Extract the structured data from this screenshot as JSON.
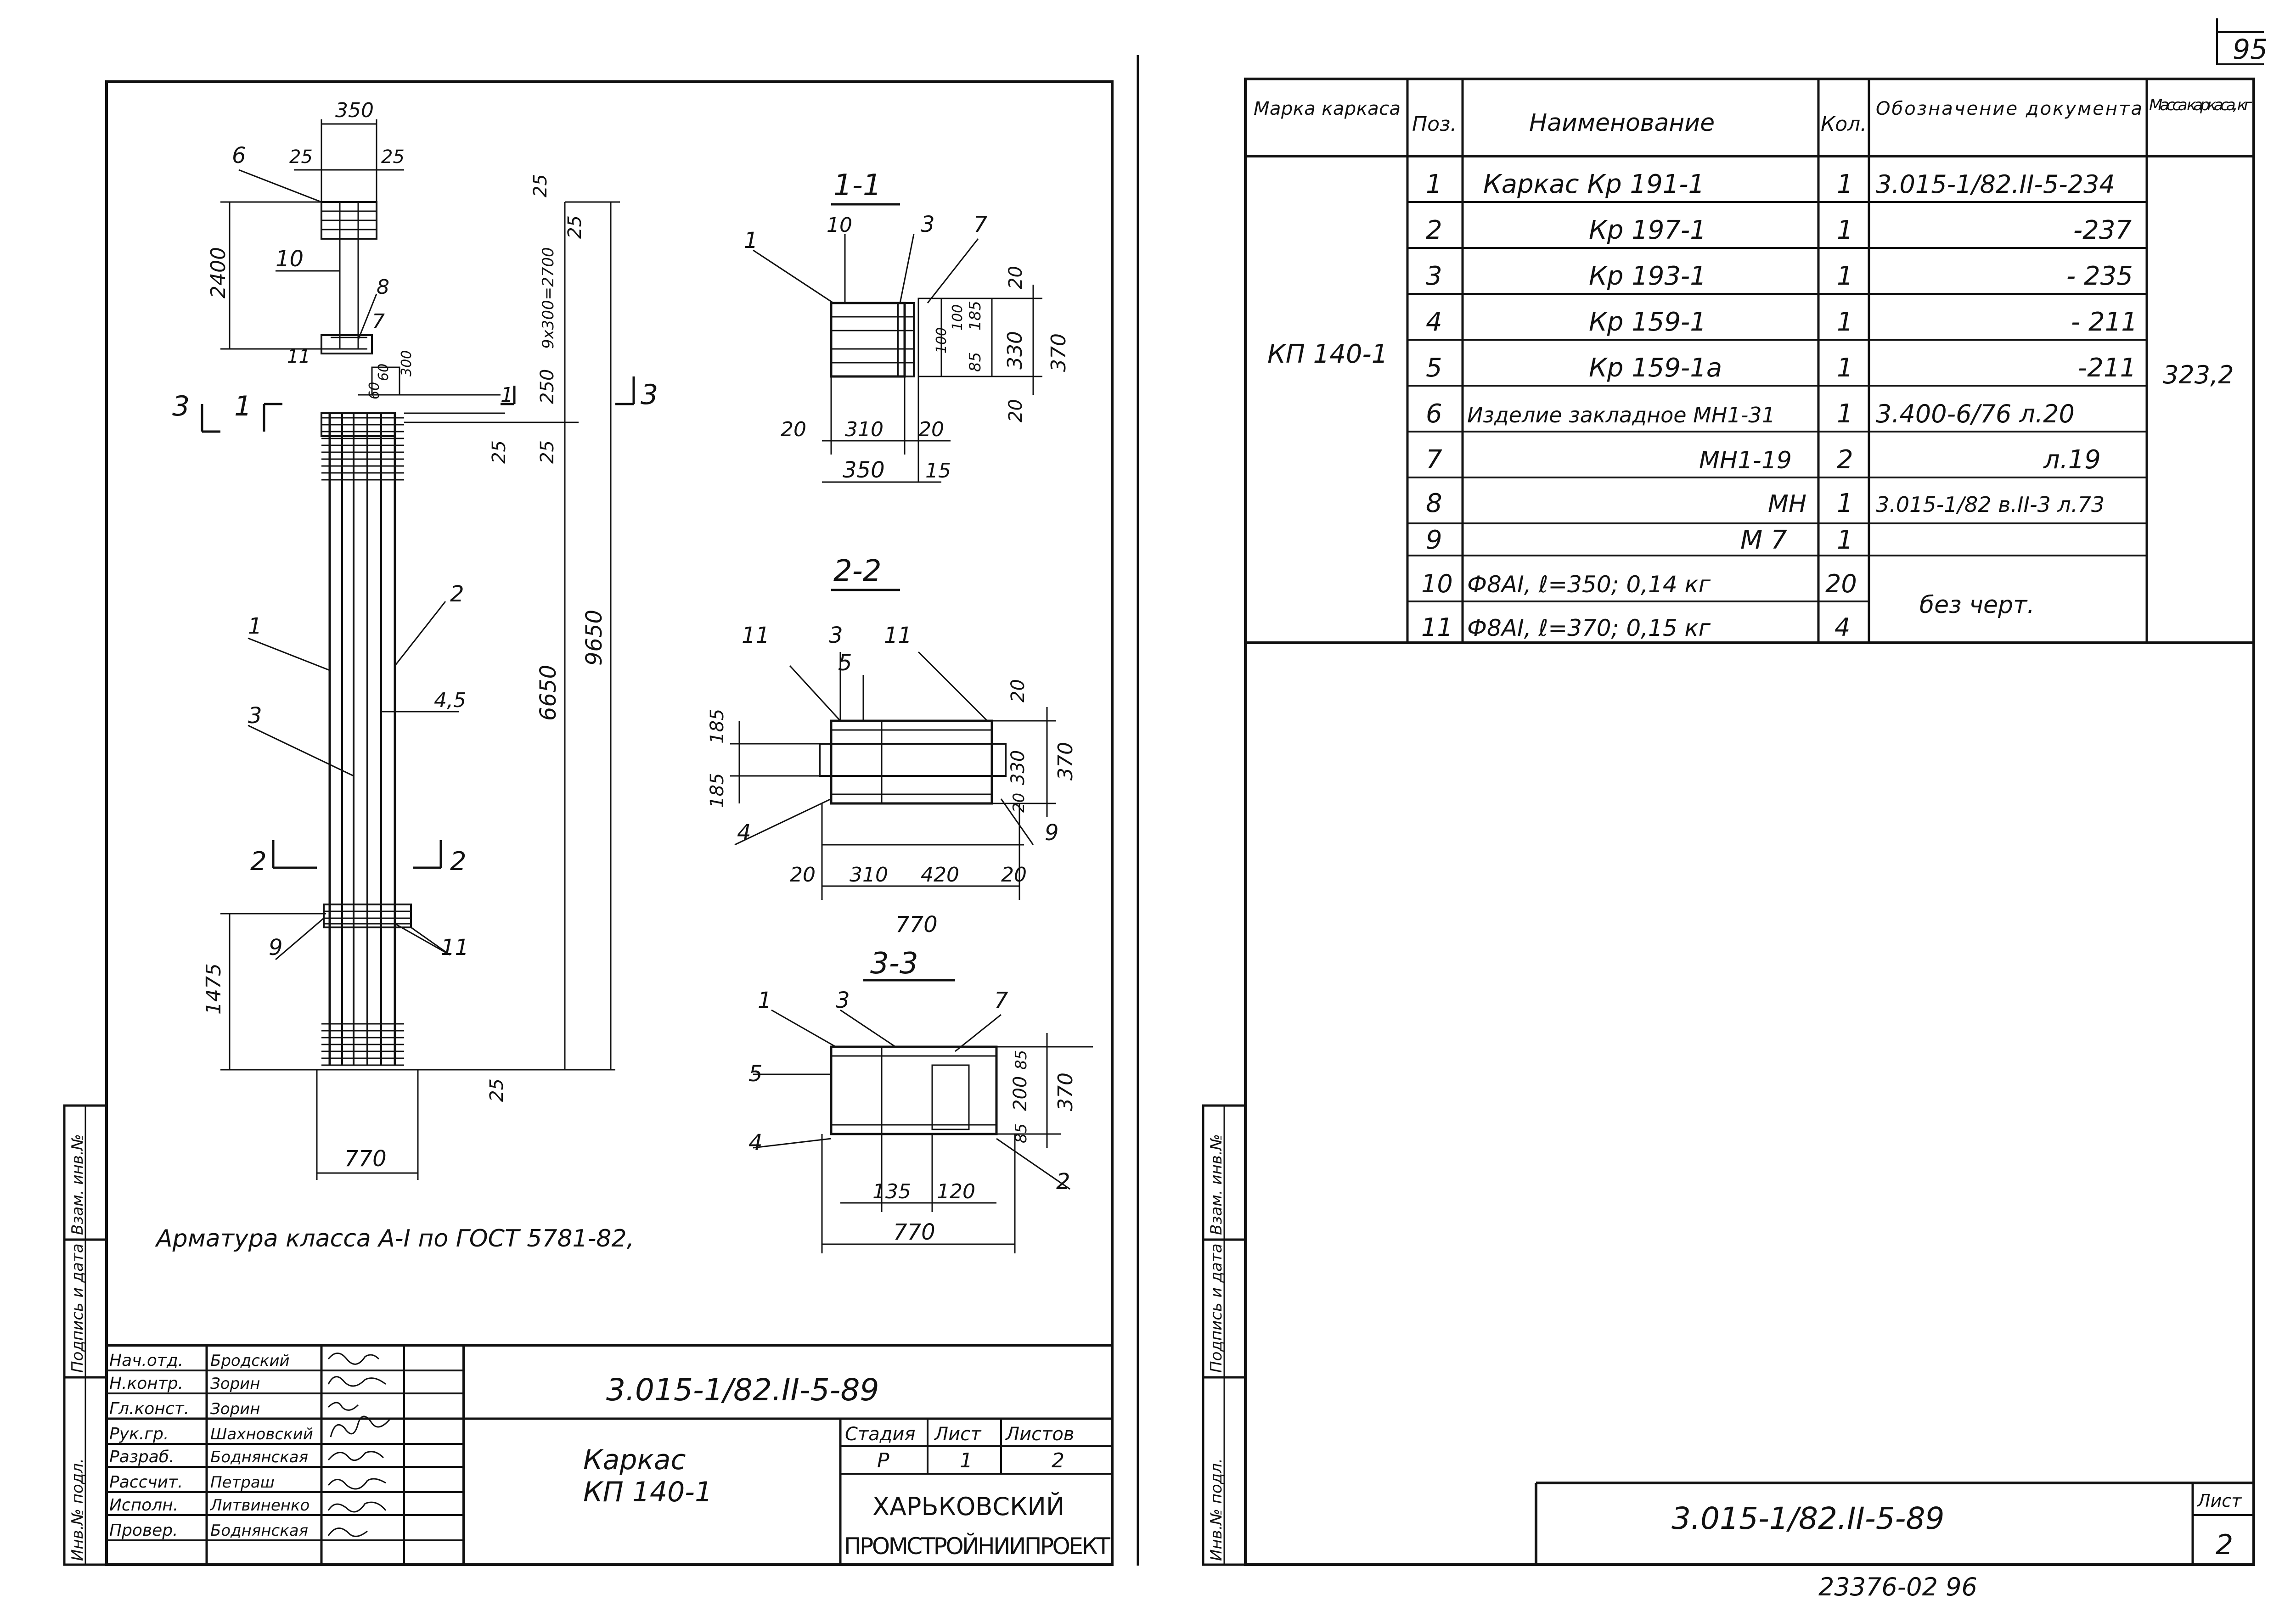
{
  "page_number": "95",
  "bottom_code": "23376-02  96",
  "left_sheet": {
    "sections": {
      "s11": "1-1",
      "s22": "2-2",
      "s33": "3-3"
    },
    "section_marks": {
      "a": "3",
      "b": "1",
      "c": "1",
      "d": "3",
      "e": "2",
      "f": "2"
    },
    "dims": {
      "top_350": "350",
      "top_25a": "25",
      "top_25b": "25",
      "d2400": "2400",
      "d25r": "25",
      "d9x300": "9x300=2700",
      "d25r2": "25",
      "d250": "250",
      "d25c": "25",
      "d25d": "25",
      "d60a": "60",
      "d60b": "60",
      "d300": "300",
      "d6650": "6650",
      "d9650": "9650",
      "d45": "4,5",
      "d1475": "1475",
      "d25bot": "25",
      "d770": "770"
    },
    "pos_left": {
      "p6": "6",
      "p10": "10",
      "p8": "8",
      "p7": "7",
      "p11": "11",
      "p1": "1",
      "p2": "2",
      "p3": "3",
      "p9": "9",
      "p11b": "11"
    },
    "s11": {
      "p1": "1",
      "p10": "10",
      "p3": "3",
      "p7": "7",
      "d20a": "20",
      "d185": "185",
      "d100a": "100",
      "d100b": "100",
      "d85": "85",
      "d330": "330",
      "d370": "370",
      "d20b": "20",
      "d20c": "20",
      "d310": "310",
      "d20d": "20",
      "d350": "350",
      "d15": "15"
    },
    "s22": {
      "p11": "11",
      "p3": "3",
      "p5": "5",
      "p11b": "11",
      "d185a": "185",
      "d185b": "185",
      "d20a": "20",
      "d330": "330",
      "d20b": "20",
      "d370": "370",
      "p4": "4",
      "p9": "9",
      "d20c": "20",
      "d310": "310",
      "d420": "420",
      "d20d": "20",
      "d770": "770"
    },
    "s33": {
      "p1": "1",
      "p3": "3",
      "p7": "7",
      "p5": "5",
      "p4": "4",
      "p2": "2",
      "d85a": "85",
      "d200": "200",
      "d85b": "85",
      "d370": "370",
      "d135": "135",
      "d120": "120",
      "d770": "770"
    },
    "note": "Арматура   класса А-I  по ГОСТ 5781-82,"
  },
  "stamp": {
    "code": "3.015-1/82.II-5-89",
    "roles": [
      "Нач.отд.",
      "Н.контр.",
      "Гл.конст.",
      "Рук.гр.",
      "Разраб.",
      "Рассчит.",
      "Исполн.",
      "Провер."
    ],
    "names": [
      "Бродский",
      "Зорин",
      "Зорин",
      "Шахновский",
      "Боднянская",
      "Петраш",
      "Литвиненко",
      "Боднянская"
    ],
    "title_line1": "Каркас",
    "title_line2": "КП 140-1",
    "hdr_stage": "Стадия",
    "hdr_sheet": "Лист",
    "hdr_sheets": "Листов",
    "val_stage": "Р",
    "val_sheet": "1",
    "val_sheets": "2",
    "org_line1": "ХАРЬКОВСКИЙ",
    "org_line2": "ПРОМСТРОЙНИИПРОЕКТ"
  },
  "side_labels": {
    "inv_podl": "Инв.№ подл.",
    "podpis": "Подпись и дата",
    "vzam": "Взам. инв.№"
  },
  "spec": {
    "headers": {
      "mark": "Марка каркаса",
      "pos": "Поз.",
      "name": "Наименование",
      "qty": "Кол.",
      "doc": "Обозначение документа",
      "mass": "Масса каркаса, кг"
    },
    "mark_value": "КП 140-1",
    "mass_value": "323,2",
    "rows": [
      {
        "pos": "1",
        "name": "Каркас Кр 191-1",
        "qty": "1",
        "doc": "3.015-1/82.II-5-234"
      },
      {
        "pos": "2",
        "name": "Кр 197-1",
        "qty": "1",
        "doc": "-237"
      },
      {
        "pos": "3",
        "name": "Кр 193-1",
        "qty": "1",
        "doc": "- 235"
      },
      {
        "pos": "4",
        "name": "Кр 159-1",
        "qty": "1",
        "doc": "- 211"
      },
      {
        "pos": "5",
        "name": "Кр 159-1а",
        "qty": "1",
        "doc": "-211"
      },
      {
        "pos": "6",
        "name": "Изделие закладное  МН1-31",
        "qty": "1",
        "doc": "3.400-6/76 л.20"
      },
      {
        "pos": "7",
        "name": "МН1-19",
        "qty": "2",
        "doc": "л.19"
      },
      {
        "pos": "8",
        "name": "МН",
        "qty": "1",
        "doc": "3.015-1/82 в.II-3 л.73"
      },
      {
        "pos": "9",
        "name": "М 7",
        "qty": "1",
        "doc": ""
      },
      {
        "pos": "10",
        "name": "Ф8АI,  ℓ=350;  0,14 кг",
        "qty": "20",
        "doc": ""
      },
      {
        "pos": "11",
        "name": "Ф8АI,  ℓ=370;  0,15 кг",
        "qty": "4",
        "doc": ""
      }
    ],
    "no_drawing": "без черт."
  },
  "right_stamp": {
    "code": "3.015-1/82.II-5-89",
    "sheet_label": "Лист",
    "sheet_value": "2"
  }
}
